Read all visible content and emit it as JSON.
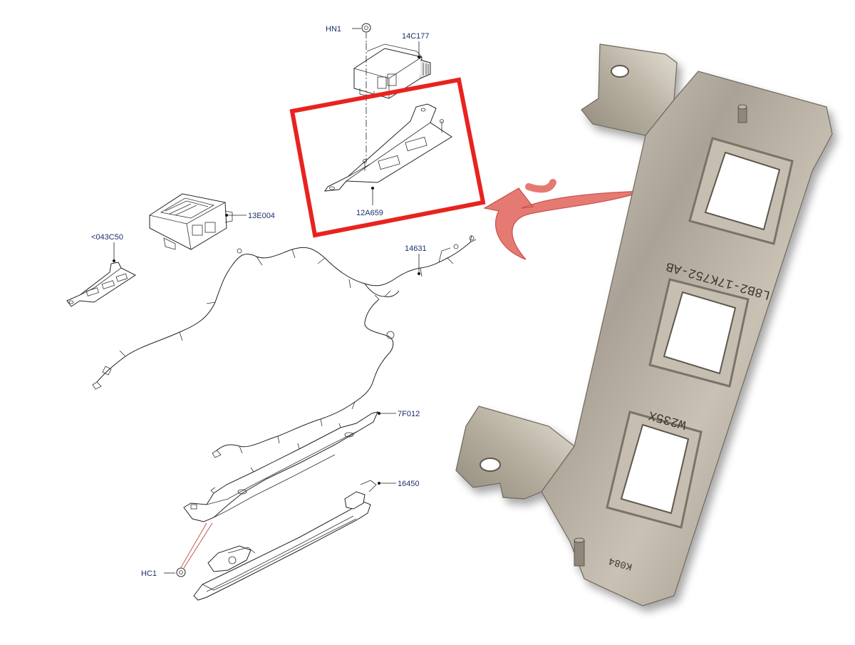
{
  "callouts": {
    "hn1": "HN1",
    "p14c177": "14C177",
    "p12a659": "12A659",
    "p13e004": "13E004",
    "p043c50": "<043C50",
    "p14631": "14631",
    "p7f012": "7F012",
    "p16450": "16450",
    "hc1": "HC1"
  },
  "photo": {
    "stamp_top": "L8B2-17K752-AB",
    "stamp_mid": "W235X",
    "stamp_bottom": "K084"
  },
  "colors": {
    "highlight_box": "#e8231f",
    "arrow": "#e57a73",
    "callout_text": "#1c2f6b",
    "metal": "#a8a094"
  }
}
